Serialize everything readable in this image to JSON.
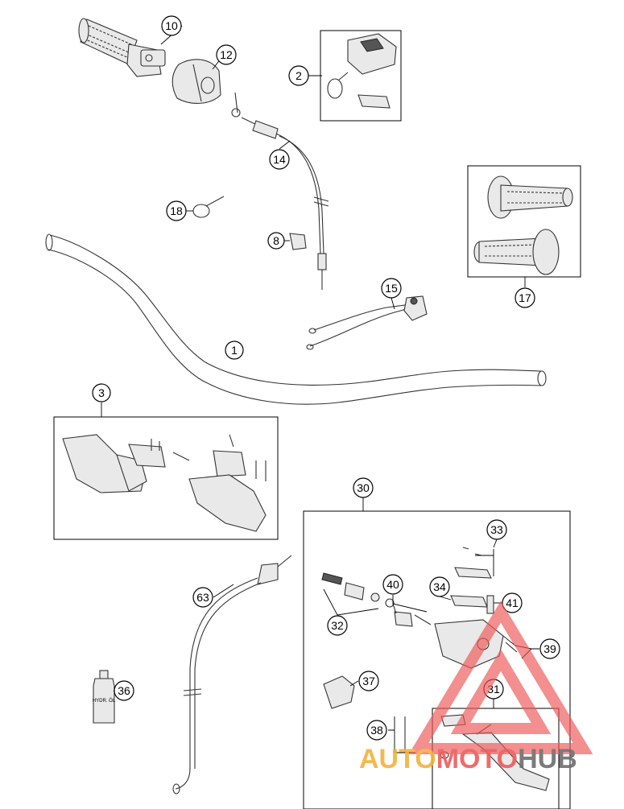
{
  "callouts": [
    {
      "id": "c10",
      "label": "10"
    },
    {
      "id": "c12",
      "label": "12"
    },
    {
      "id": "c2",
      "label": "2"
    },
    {
      "id": "c14",
      "label": "14"
    },
    {
      "id": "c18",
      "label": "18"
    },
    {
      "id": "c8",
      "label": "8"
    },
    {
      "id": "c17",
      "label": "17"
    },
    {
      "id": "c15",
      "label": "15"
    },
    {
      "id": "c1",
      "label": "1"
    },
    {
      "id": "c3",
      "label": "3"
    },
    {
      "id": "c30",
      "label": "30"
    },
    {
      "id": "c33",
      "label": "33"
    },
    {
      "id": "c63",
      "label": "63"
    },
    {
      "id": "c40",
      "label": "40"
    },
    {
      "id": "c34",
      "label": "34"
    },
    {
      "id": "c41",
      "label": "41"
    },
    {
      "id": "c32",
      "label": "32"
    },
    {
      "id": "c39",
      "label": "39"
    },
    {
      "id": "c37",
      "label": "37"
    },
    {
      "id": "c36",
      "label": "36"
    },
    {
      "id": "c31",
      "label": "31"
    },
    {
      "id": "c38",
      "label": "38"
    }
  ],
  "bottle_label": "HYDR. ÖL",
  "watermark": {
    "part1": "AUTO",
    "part2": "MOTO",
    "part3": "HUB",
    "color1": "#f3b23a",
    "color2": "#ee5a5a",
    "color3": "#6d6d6d"
  }
}
